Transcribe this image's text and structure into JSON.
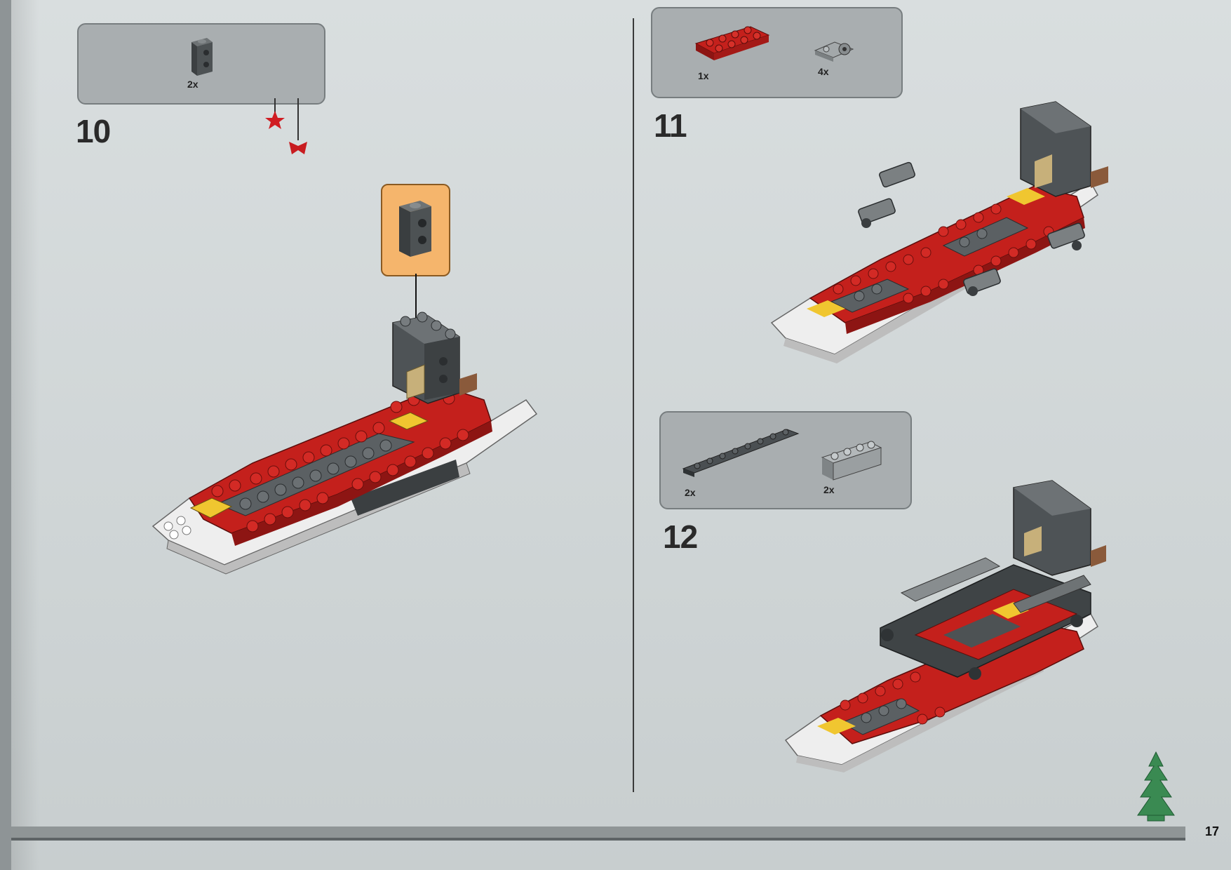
{
  "steps": [
    {
      "number": "10",
      "parts": [
        {
          "qty": "2x",
          "icon": "dark-grey-1x1-brick-with-side-studs-icon"
        }
      ]
    },
    {
      "number": "11",
      "parts": [
        {
          "qty": "1x",
          "icon": "red-2x4-plate-icon"
        },
        {
          "qty": "4x",
          "icon": "light-grey-plate-with-pin-hole-icon"
        }
      ]
    },
    {
      "number": "12",
      "parts": [
        {
          "qty": "2x",
          "icon": "dark-grey-1x8-plate-icon"
        },
        {
          "qty": "2x",
          "icon": "light-grey-1x4-brick-icon"
        }
      ]
    }
  ],
  "page_number": "17",
  "colors": {
    "red": "#c4201c",
    "dark_grey": "#555a5d",
    "light_grey": "#a3a8aa",
    "white": "#f2f2f2",
    "yellow": "#f0c630",
    "tan": "#c7b07a",
    "callout": "#f5b56c",
    "tree_green": "#3a8a52"
  }
}
